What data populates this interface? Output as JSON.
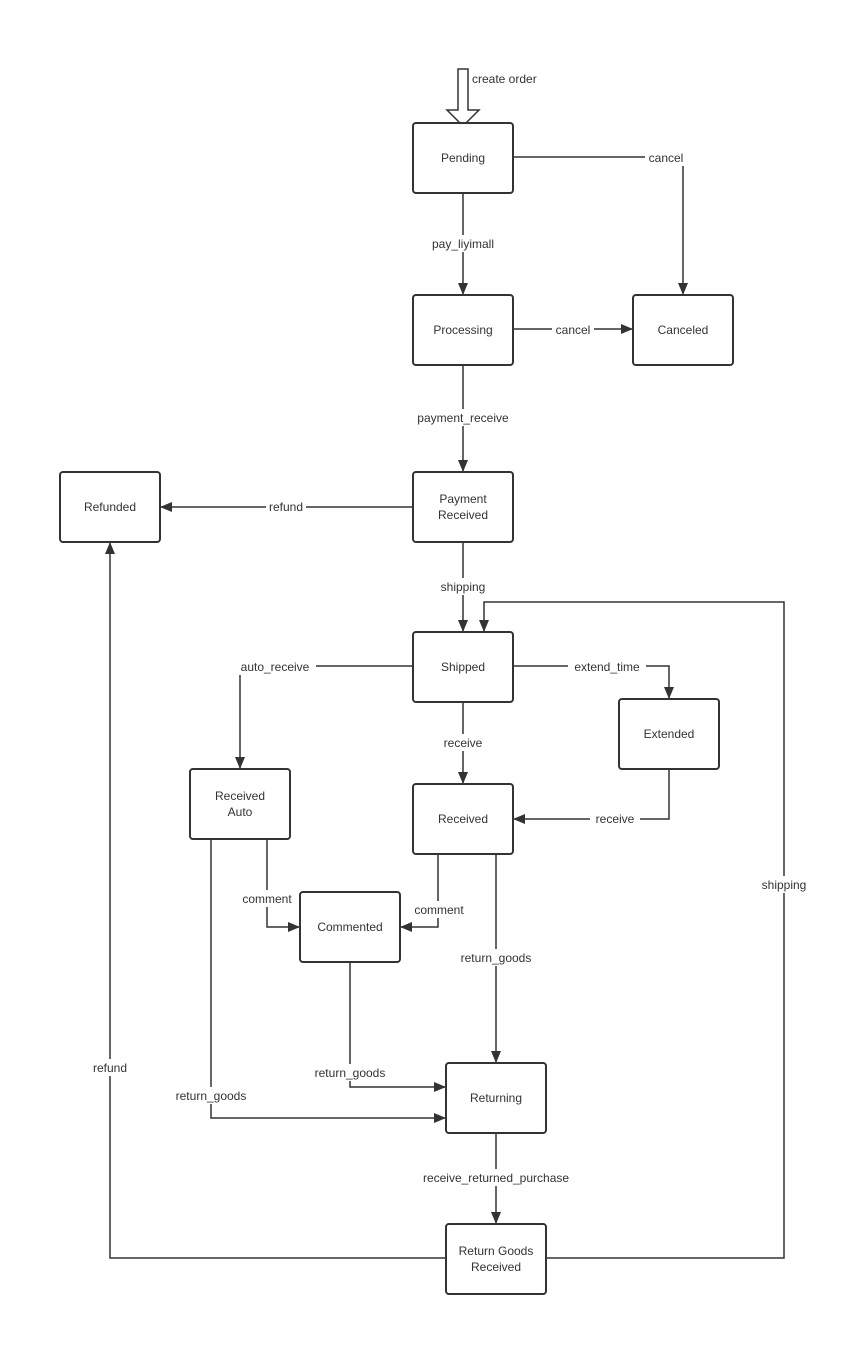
{
  "start": {
    "label": "create order"
  },
  "states": {
    "pending": {
      "lines": [
        "Pending"
      ]
    },
    "processing": {
      "lines": [
        "Processing"
      ]
    },
    "canceled": {
      "lines": [
        "Canceled"
      ]
    },
    "payment_received": {
      "lines": [
        "Payment",
        "Received"
      ]
    },
    "refunded": {
      "lines": [
        "Refunded"
      ]
    },
    "shipped": {
      "lines": [
        "Shipped"
      ]
    },
    "extended": {
      "lines": [
        "Extended"
      ]
    },
    "received_auto": {
      "lines": [
        "Received",
        "Auto"
      ]
    },
    "received": {
      "lines": [
        "Received"
      ]
    },
    "commented": {
      "lines": [
        "Commented"
      ]
    },
    "returning": {
      "lines": [
        "Returning"
      ]
    },
    "return_goods_received": {
      "lines": [
        "Return Goods",
        "Received"
      ]
    }
  },
  "transitions": {
    "pending_cancel": "cancel",
    "pay_liyimall": "pay_liyimall",
    "processing_cancel": "cancel",
    "payment_receive": "payment_receive",
    "refund_from_payment": "refund",
    "shipping": "shipping",
    "auto_receive": "auto_receive",
    "extend_time": "extend_time",
    "receive": "receive",
    "receive_extended": "receive",
    "comment_auto": "comment",
    "comment_received": "comment",
    "return_goods_received": "return_goods",
    "return_goods_commented": "return_goods",
    "return_goods_auto": "return_goods",
    "receive_returned_purchase": "receive_returned_purchase",
    "refund_from_return": "refund",
    "shipping_again": "shipping"
  }
}
